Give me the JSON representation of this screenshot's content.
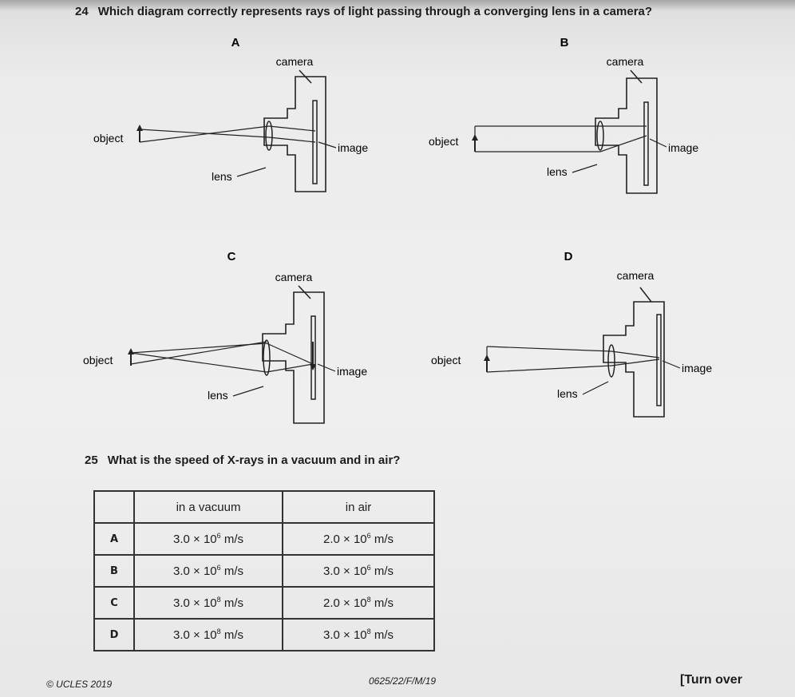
{
  "q24": {
    "number": "24",
    "text": "Which diagram correctly represents rays of light passing through a converging lens in a camera?"
  },
  "diagrams": [
    {
      "letter": "A",
      "camera": "camera",
      "object": "object",
      "image": "image",
      "lens": "lens"
    },
    {
      "letter": "B",
      "camera": "camera",
      "object": "object",
      "image": "image",
      "lens": "lens"
    },
    {
      "letter": "C",
      "camera": "camera",
      "object": "object",
      "image": "image",
      "lens": "lens"
    },
    {
      "letter": "D",
      "camera": "camera",
      "object": "object",
      "image": "image",
      "lens": "lens"
    }
  ],
  "q25": {
    "number": "25",
    "text": "What is the speed of X-rays in a vacuum and in air?"
  },
  "table": {
    "headers": [
      "",
      "in a vacuum",
      "in air"
    ],
    "rows": [
      {
        "key": "A",
        "vacuum_mant": "3.0 × 10",
        "vacuum_exp": "6",
        "vacuum_unit": " m/s",
        "air_mant": "2.0 × 10",
        "air_exp": "6",
        "air_unit": " m/s"
      },
      {
        "key": "B",
        "vacuum_mant": "3.0 × 10",
        "vacuum_exp": "6",
        "vacuum_unit": " m/s",
        "air_mant": "3.0 × 10",
        "air_exp": "6",
        "air_unit": " m/s"
      },
      {
        "key": "C",
        "vacuum_mant": "3.0 × 10",
        "vacuum_exp": "8",
        "vacuum_unit": " m/s",
        "air_mant": "2.0 × 10",
        "air_exp": "8",
        "air_unit": " m/s"
      },
      {
        "key": "D",
        "vacuum_mant": "3.0 × 10",
        "vacuum_exp": "8",
        "vacuum_unit": " m/s",
        "air_mant": "3.0 × 10",
        "air_exp": "8",
        "air_unit": " m/s"
      }
    ]
  },
  "footer": {
    "copyright": "© UCLES 2019",
    "code": "0625/22/F/M/19",
    "turn": "[Turn over"
  }
}
